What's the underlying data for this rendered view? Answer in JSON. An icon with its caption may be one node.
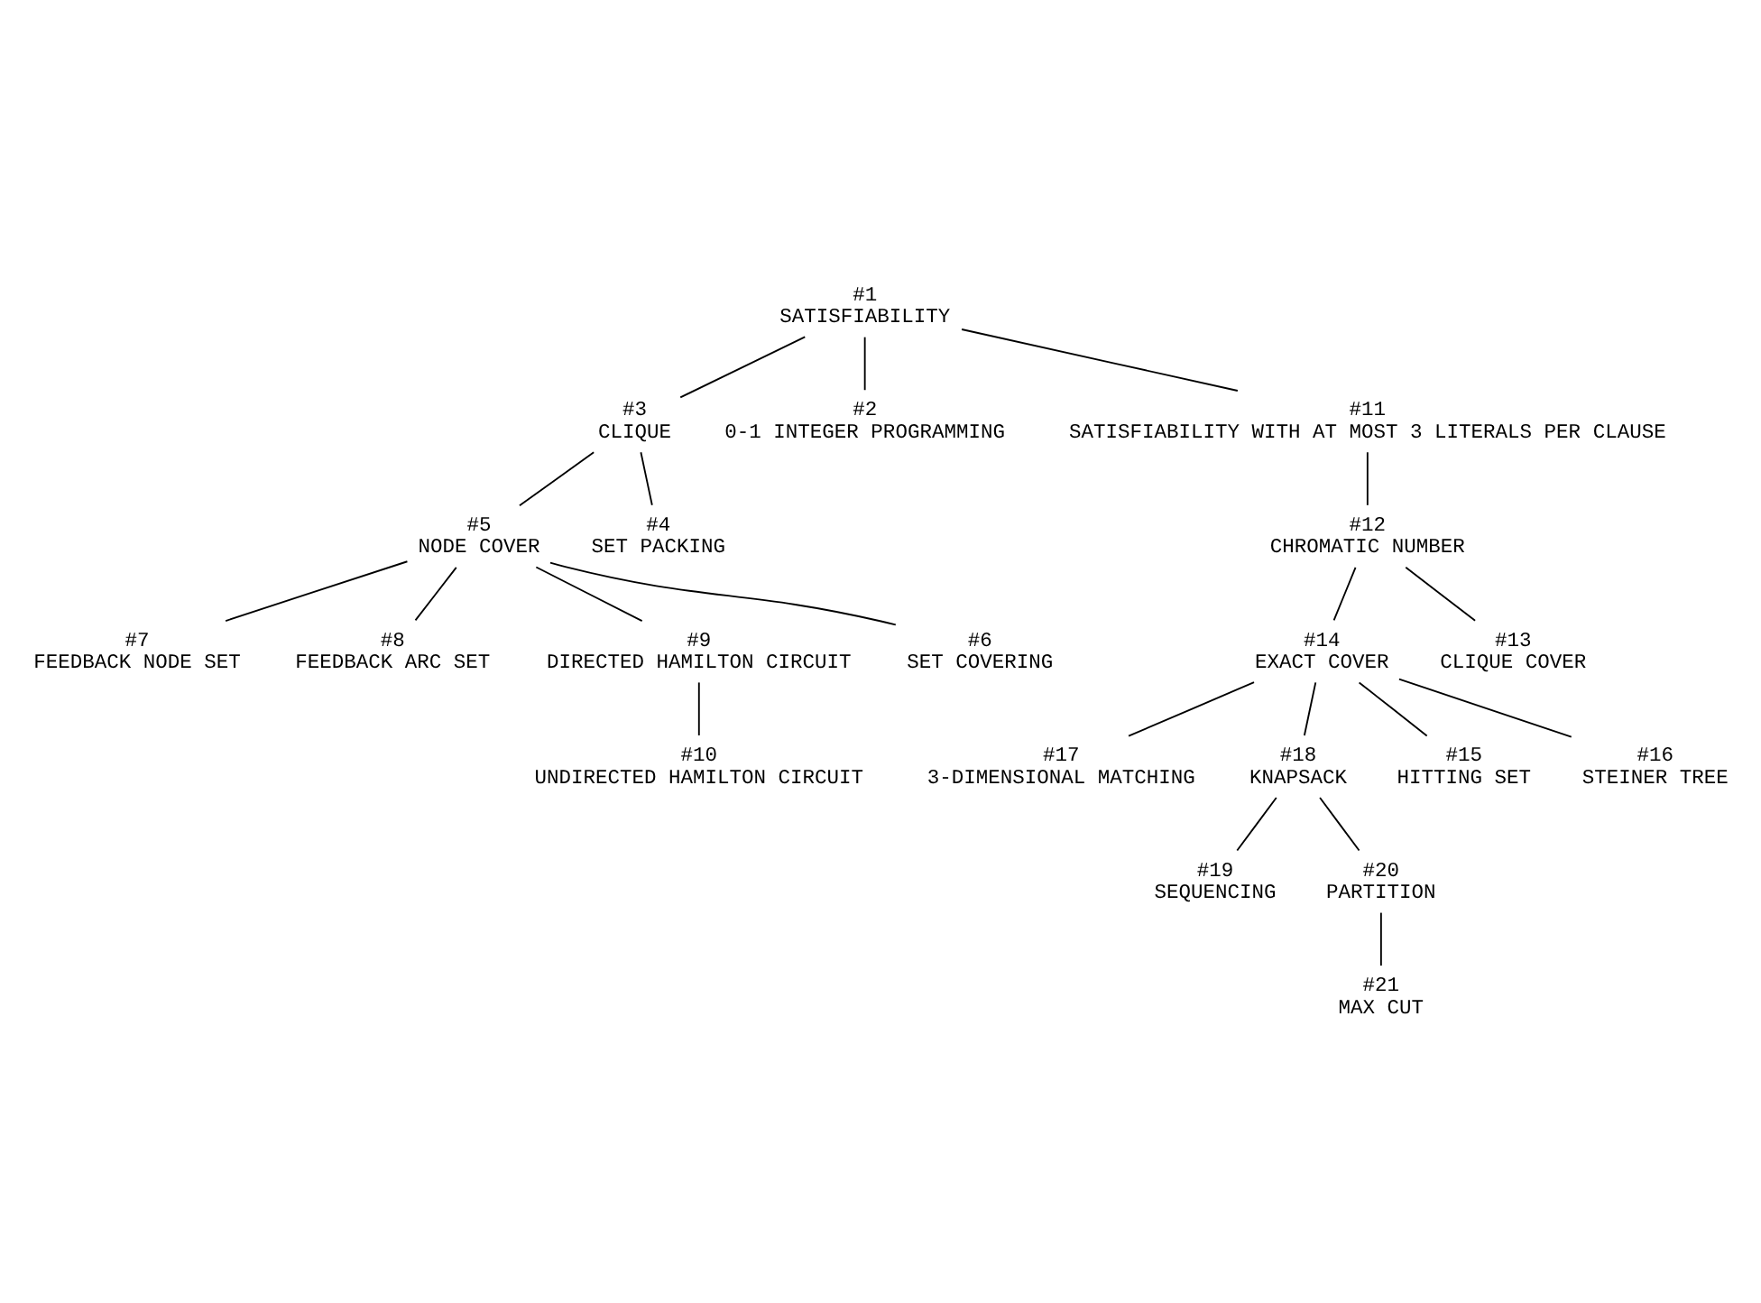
{
  "diagram": {
    "nodes": [
      {
        "text": [
          "#1",
          "SATISFIABILITY"
        ]
      },
      {
        "text": [
          "#2",
          "0-1 INTEGER PROGRAMMING"
        ]
      },
      {
        "text": [
          "#3",
          "CLIQUE"
        ]
      },
      {
        "text": [
          "#4",
          "SET PACKING"
        ]
      },
      {
        "text": [
          "#5",
          "NODE COVER"
        ]
      },
      {
        "text": [
          "#6",
          "SET COVERING"
        ]
      },
      {
        "text": [
          "#7",
          "FEEDBACK NODE SET"
        ]
      },
      {
        "text": [
          "#8",
          "FEEDBACK ARC SET"
        ]
      },
      {
        "text": [
          "#9",
          "DIRECTED HAMILTON CIRCUIT"
        ]
      },
      {
        "text": [
          "#10",
          "UNDIRECTED HAMILTON CIRCUIT"
        ]
      },
      {
        "text": [
          "#11",
          "SATISFIABILITY WITH AT MOST 3 LITERALS PER CLAUSE"
        ]
      },
      {
        "text": [
          "#12",
          "CHROMATIC NUMBER"
        ]
      },
      {
        "text": [
          "#13",
          "CLIQUE COVER"
        ]
      },
      {
        "text": [
          "#14",
          "EXACT COVER"
        ]
      },
      {
        "text": [
          "#15",
          "HITTING SET"
        ]
      },
      {
        "text": [
          "#16",
          "STEINER TREE"
        ]
      },
      {
        "text": [
          "#17",
          "3-DIMENSIONAL MATCHING"
        ]
      },
      {
        "text": [
          "#18",
          "KNAPSACK"
        ]
      },
      {
        "text": [
          "#19",
          "SEQUENCING"
        ]
      },
      {
        "text": [
          "#20",
          "PARTITION"
        ]
      },
      {
        "text": [
          "#21",
          "MAX CUT"
        ]
      }
    ],
    "edges": [
      {
        "from": 0,
        "to": 2,
        "arrow": "none"
      },
      {
        "from": 0,
        "to": 1,
        "arrow": "none"
      },
      {
        "from": 0,
        "to": 10,
        "arrow": "none"
      },
      {
        "from": 2,
        "to": 4,
        "arrow": "none"
      },
      {
        "from": 2,
        "to": 3,
        "arrow": "none"
      },
      {
        "from": 4,
        "to": 6,
        "arrow": "none"
      },
      {
        "from": 4,
        "to": 7,
        "arrow": "none"
      },
      {
        "from": 4,
        "to": 8,
        "arrow": "none"
      },
      {
        "from": 4,
        "to": 5,
        "arrow": "none"
      },
      {
        "from": 8,
        "to": 9,
        "arrow": "none"
      },
      {
        "from": 10,
        "to": 11,
        "arrow": "none"
      },
      {
        "from": 11,
        "to": 13,
        "arrow": "none"
      },
      {
        "from": 11,
        "to": 12,
        "arrow": "none"
      },
      {
        "from": 13,
        "to": 16,
        "arrow": "none"
      },
      {
        "from": 13,
        "to": 17,
        "arrow": "none"
      },
      {
        "from": 13,
        "to": 14,
        "arrow": "none"
      },
      {
        "from": 13,
        "to": 15,
        "arrow": "none"
      },
      {
        "from": 17,
        "to": 18,
        "arrow": "none"
      },
      {
        "from": 17,
        "to": 19,
        "arrow": "none"
      },
      {
        "from": 19,
        "to": 20,
        "arrow": "none"
      }
    ]
  }
}
